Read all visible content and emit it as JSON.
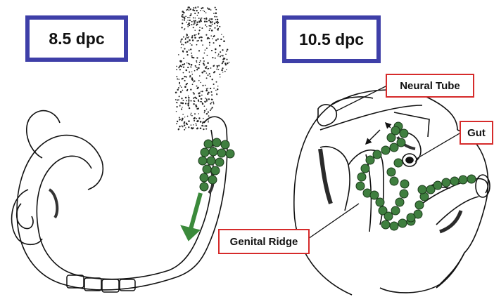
{
  "panels": {
    "left": {
      "stage_label": "8.5 dpc"
    },
    "right": {
      "stage_label": "10.5 dpc"
    }
  },
  "labels": {
    "neural_tube": "Neural Tube",
    "gut": "Gut",
    "genital_ridge": "Genital Ridge"
  },
  "colors": {
    "stage_box_border": "#3e3fa8",
    "label_border": "#d62b2b",
    "germ_cell_fill": "#3f7f3f",
    "migration_arrow": "#3b8a3b"
  }
}
